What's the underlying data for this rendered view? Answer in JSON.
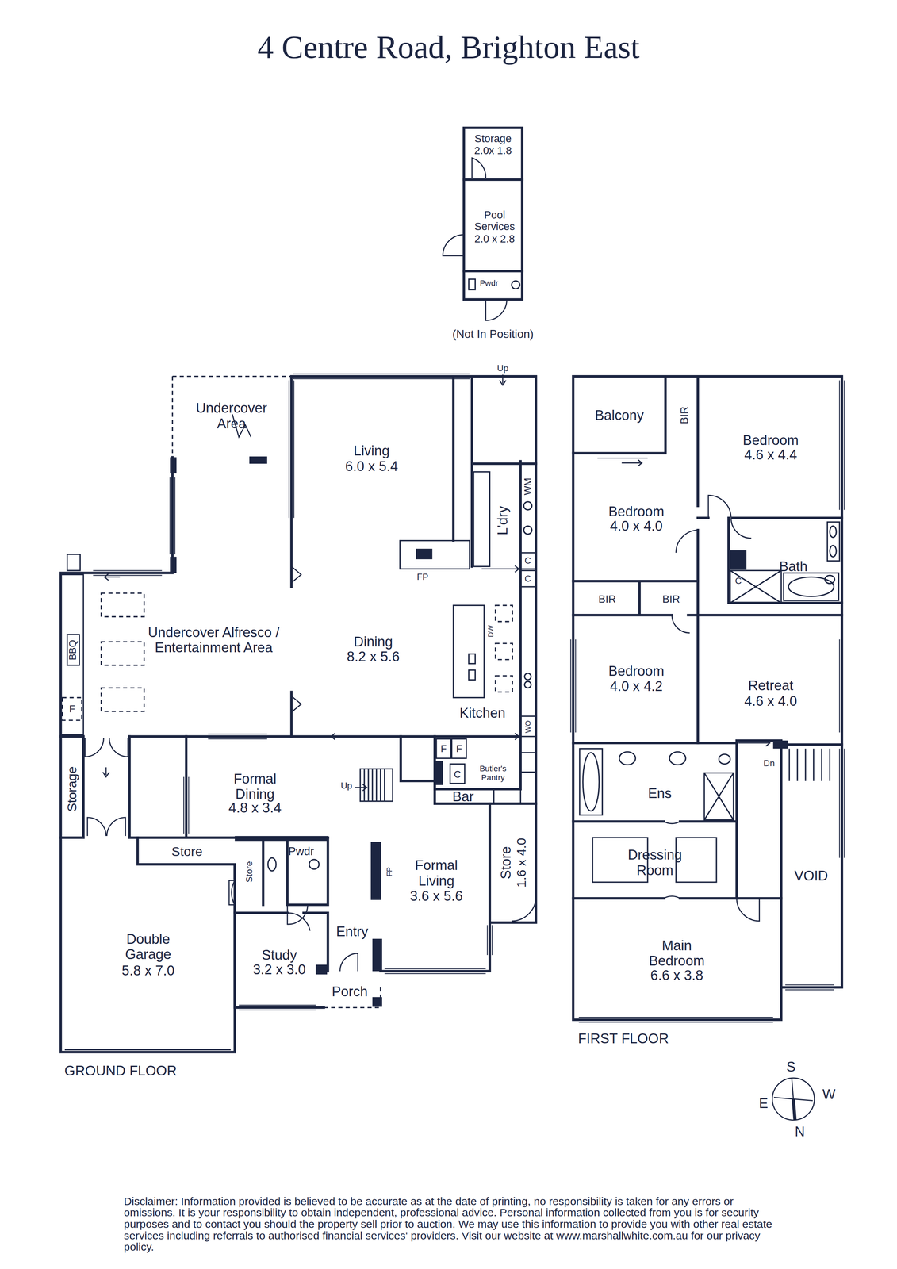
{
  "diagram": {
    "title": "4 Centre Road, Brighton East",
    "labels": [
      "Storage",
      "2.0x 1.8",
      "Pool Services",
      "2.0 x 2.8",
      "Pwdr",
      "(Not In Position)",
      "Up",
      "Undercover Area",
      "Living",
      "6.0 x 5.4",
      "L'dry",
      "WM",
      "FP",
      "C",
      "C",
      "DW",
      "Dining",
      "8.2 x 5.6",
      "Kitchen",
      "WO",
      "Undercover Alfresco / Entertainment Area",
      "BBQ",
      "F",
      "Storage",
      "F",
      "F",
      "C",
      "Butler's Pantry",
      "Up",
      "Formal Dining",
      "4.8 x 3.4",
      "Bar",
      "Store",
      "Store",
      "Pwdr",
      "FP",
      "Formal Living",
      "3.6 x 5.6",
      "Store",
      "1.6 x 4.0",
      "Entry",
      "Double Garage",
      "5.8 x 7.0",
      "Study",
      "3.2 x 3.0",
      "Porch",
      "GROUND FLOOR",
      "Balcony",
      "BIR",
      "Bedroom",
      "4.6 x 4.4",
      "Bedroom",
      "4.0 x 4.0",
      "Bath",
      "C",
      "BIR",
      "BIR",
      "Bedroom",
      "4.0 x 4.2",
      "Retreat",
      "4.6 x 4.0",
      "Dn",
      "Ens",
      "Dressing Room",
      "VOID",
      "Main Bedroom",
      "6.6 x 3.8",
      "FIRST FLOOR",
      "S",
      "W",
      "E",
      "N",
      "Disclaimer: Information provided is believed to be accurate as at the date of printing, no responsibility is taken for any errors or omissions. It is your responsibility to obtain independent, professional advice. Personal information collected from you is for security purposes and to contact you should the property sell prior to auction. We may use this information to provide you with other real estate services including referrals to authorised financial services' providers. Visit our website at www.marshallwhite.com.au for our privacy policy."
    ]
  }
}
